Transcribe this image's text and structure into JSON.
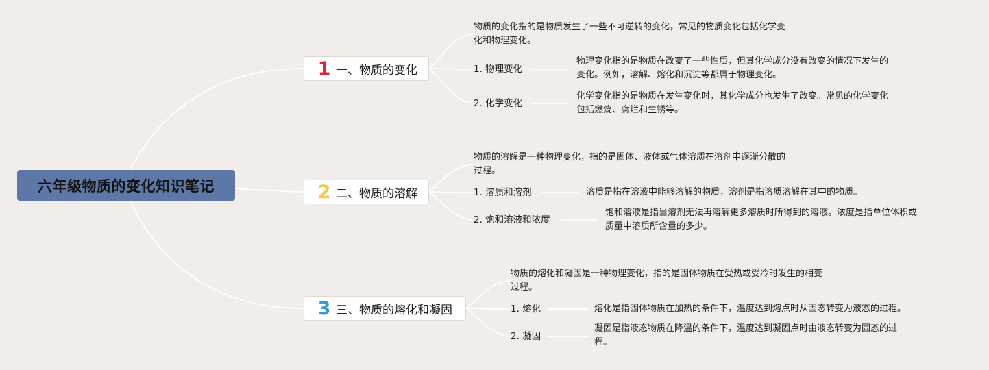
{
  "root": {
    "title": "六年级物质的变化知识笔记"
  },
  "colors": {
    "background": "#f1edea",
    "root_fill": "#5d78a6",
    "line": "#ffffff",
    "num1": "#d7263d",
    "num2": "#f2c94c",
    "num3": "#2d9cdb"
  },
  "topics": [
    {
      "num": "1",
      "num_color": "#d7263d",
      "label": "一、物质的变化",
      "intro": [
        "物质的变化指的是物质发生了一些不可逆转的变化，常见的物质变化包括化学变",
        "化和物理变化。"
      ],
      "items": [
        {
          "label": "1. 物理变化",
          "detail": [
            "物理变化指的是物质在改变了一些性质，但其化学成分没有改变的情况下发生的",
            "变化。例如，溶解、熔化和沉淀等都属于物理变化。"
          ]
        },
        {
          "label": "2. 化学变化",
          "detail": [
            "化学变化指的是物质在发生变化时，其化学成分也发生了改变。常见的化学变化",
            "包括燃烧、腐烂和生锈等。"
          ]
        }
      ]
    },
    {
      "num": "2",
      "num_color": "#f2c94c",
      "label": "二、物质的溶解",
      "intro": [
        "物质的溶解是一种物理变化，指的是固体、液体或气体溶质在溶剂中逐渐分散的",
        "过程。"
      ],
      "items": [
        {
          "label": "1. 溶质和溶剂",
          "detail": [
            "溶质是指在溶液中能够溶解的物质，溶剂是指溶质溶解在其中的物质。"
          ]
        },
        {
          "label": "2. 饱和溶液和浓度",
          "detail": [
            "饱和溶液是指当溶剂无法再溶解更多溶质时所得到的溶液。浓度是指单位体积或",
            "质量中溶质所含量的多少。"
          ]
        }
      ]
    },
    {
      "num": "3",
      "num_color": "#2d9cdb",
      "label": "三、物质的熔化和凝固",
      "intro": [
        "物质的熔化和凝固是一种物理变化，指的是固体物质在受热或受冷时发生的相变",
        "过程。"
      ],
      "items": [
        {
          "label": "1. 熔化",
          "detail": [
            "熔化是指固体物质在加热的条件下，温度达到熔点时从固态转变为液态的过程。"
          ]
        },
        {
          "label": "2. 凝固",
          "detail": [
            "凝固是指液态物质在降温的条件下，温度达到凝固点时由液态转变为固态的过",
            "程。"
          ]
        }
      ]
    }
  ]
}
